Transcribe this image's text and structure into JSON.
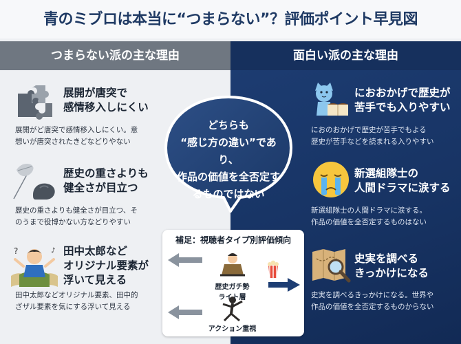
{
  "title": "青のミブロは本当に“つまらない”？評価ポイント早見図",
  "left": {
    "header": "つまらない派の主な理由",
    "items": [
      {
        "heading": [
          "展開が唐突で",
          "感情移入しにくい"
        ],
        "desc": [
          "展開がど唐突で感情移入しにくい。意",
          "想いが唐突されたきどなどりやない"
        ],
        "icon": "puzzle-pieces-icon"
      },
      {
        "heading": [
          "歴史の重さよりも",
          "健全さが目立つ"
        ],
        "desc": [
          "歴史の重さよりも健全さが目立つ、そ",
          "のうまで役博かない方などりやすい"
        ],
        "icon": "feather-and-stone-icon"
      },
      {
        "heading": [
          "田中太郎など",
          "オリジナル要素が",
          "浮いて見える"
        ],
        "desc": [
          "田中太郎などオリジナル要素、田中的",
          "ざザル要素を気にする浮いて見える"
        ],
        "icon": "original-character-icon"
      }
    ]
  },
  "right": {
    "header": "面白い派の主な理由",
    "items": [
      {
        "heading": [
          "におおかげで歴史が",
          "苦手でも入りやすい"
        ],
        "desc": [
          "におのおかげで歴史が苦手でもよる",
          "歴史が苦手などを読まれる入りやすい"
        ],
        "icon": "cat-reading-book-icon"
      },
      {
        "heading": [
          "新選組隊士の",
          "人間ドラマに涙する"
        ],
        "desc": [
          "新選組隊士の人間ドラマに涙する。",
          "作品の価値を全否定するものはない"
        ],
        "icon": "crying-face-icon"
      },
      {
        "heading": [
          "史実を調べる",
          "きっかけになる"
        ],
        "desc": [
          "史実を調べるきっかけになる。世界や",
          "作品の価値を全否定するものからない"
        ],
        "icon": "map-magnifier-icon"
      }
    ]
  },
  "center": {
    "lines": [
      "どちらも",
      "“感じ方の違い”であり、",
      "作品の価値を全否定す",
      "るものではない"
    ]
  },
  "supplement": {
    "title": "補足：視聴者タイプ別評価傾向",
    "type1": [
      "歴史ガチ勢",
      "ライト層"
    ],
    "type2": "アクション重視"
  },
  "colors": {
    "navy": "#173363",
    "gray": "#6f7781",
    "title": "#1f3a64"
  }
}
